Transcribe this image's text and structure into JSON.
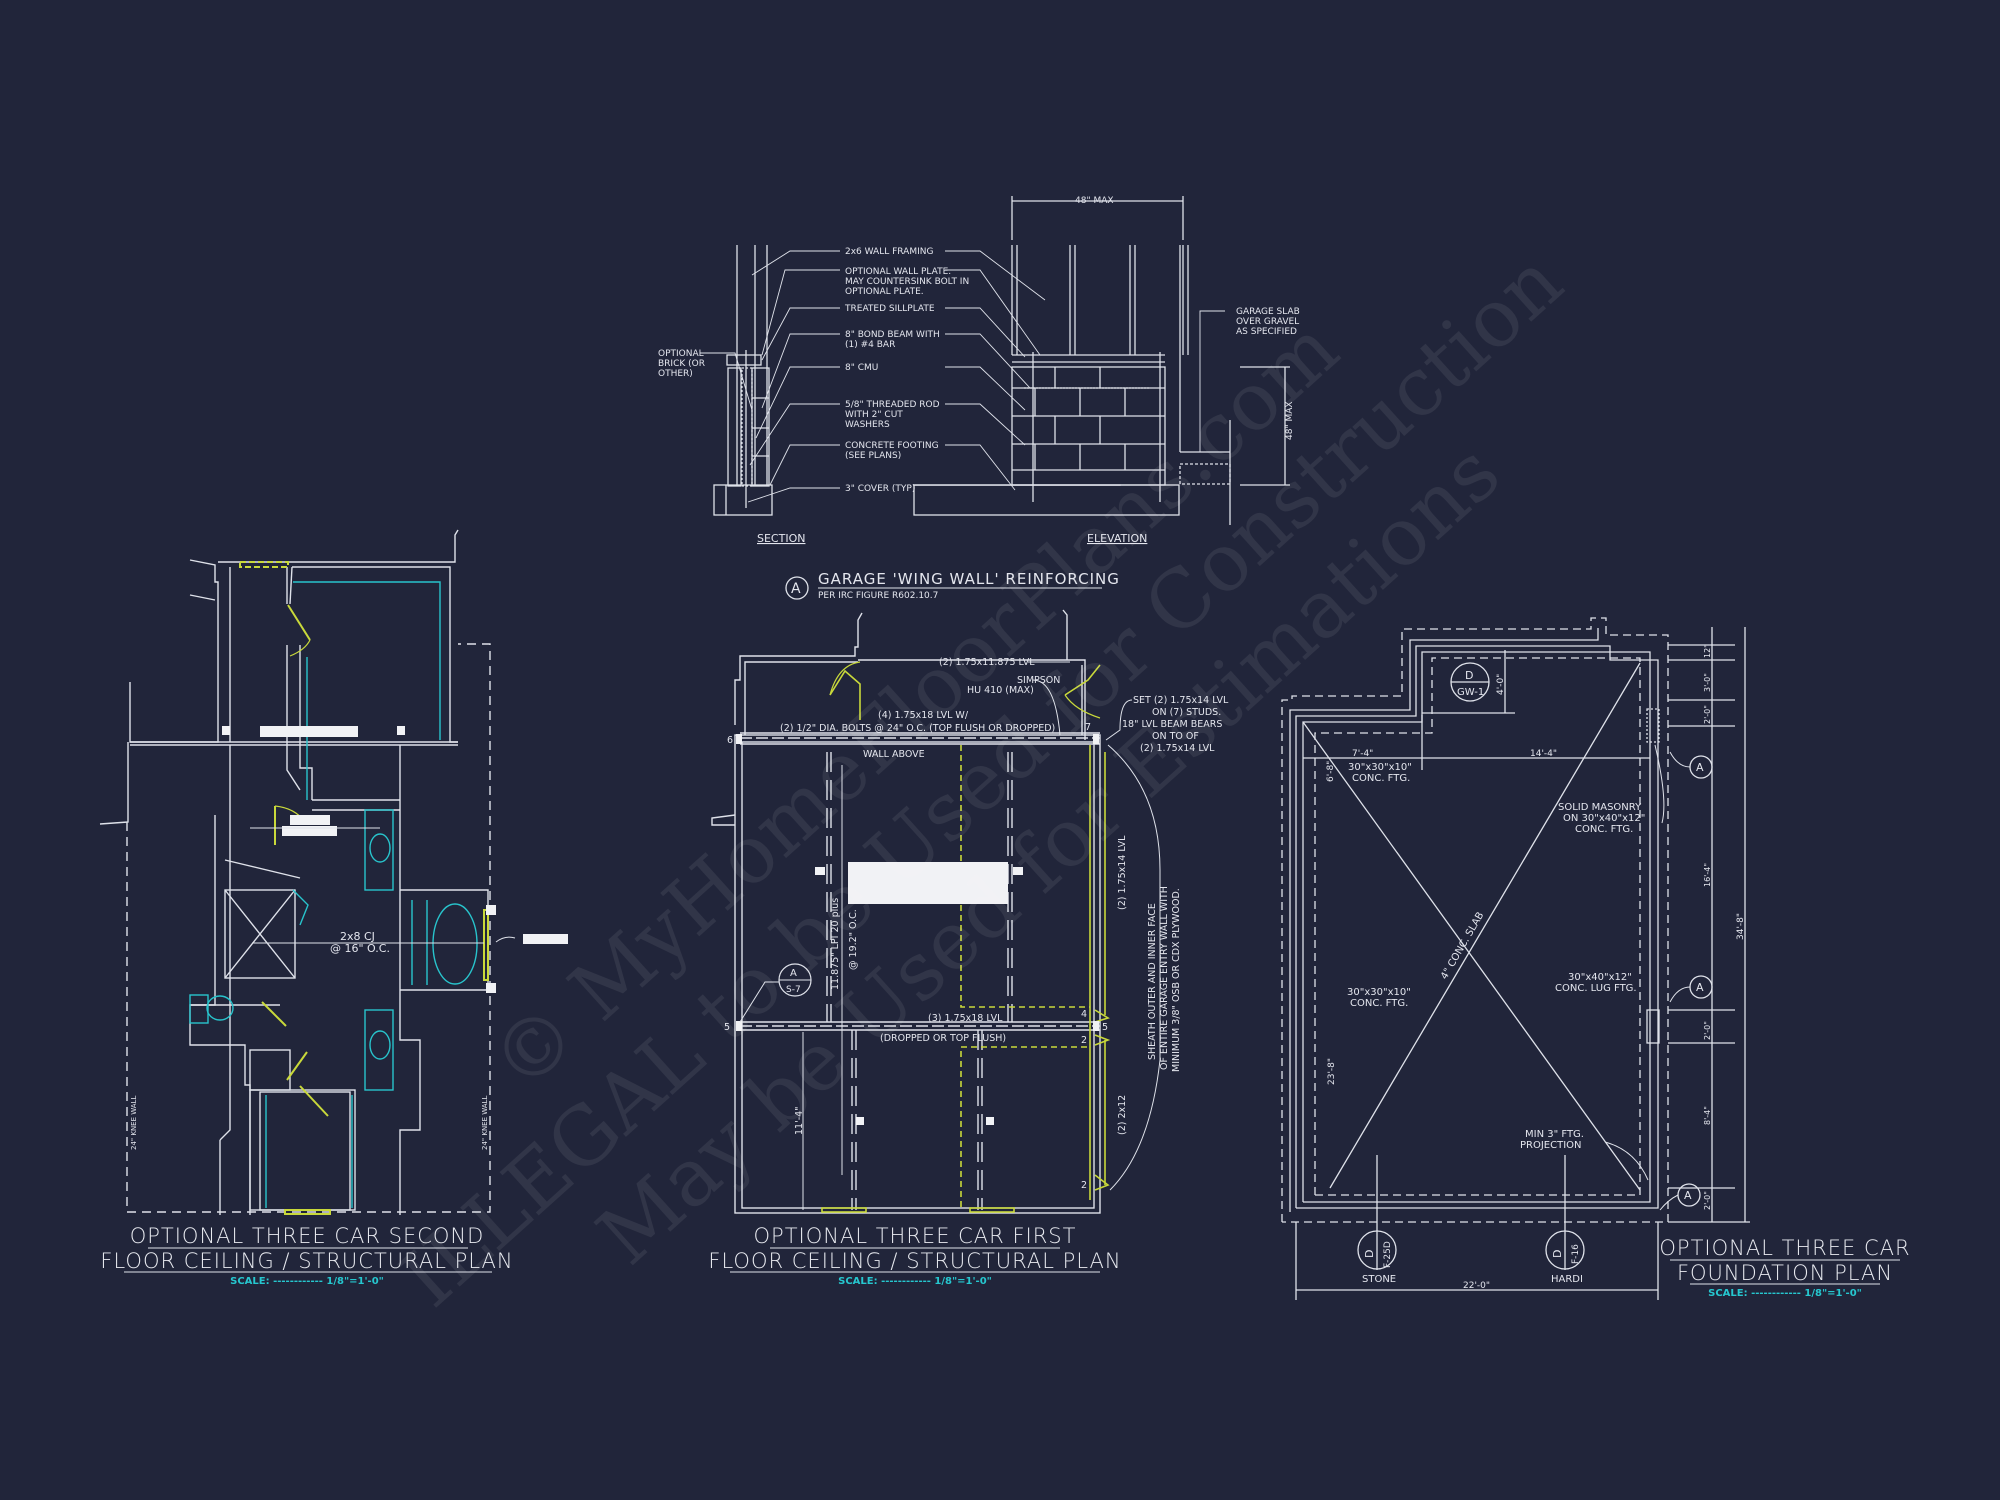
{
  "sheet": {
    "background": "#21253a",
    "line_color": "#dfe2ea",
    "accent_cyan": "#28c4cc",
    "accent_yellow": "#c9d93a"
  },
  "detail_a": {
    "bubble": "A",
    "title": "GARAGE 'WING WALL' REINFORCING",
    "subtitle": "PER IRC FIGURE R602.10.7",
    "section_label": "SECTION",
    "elevation_label": "ELEVATION",
    "dim_width": "48\" MAX",
    "dim_height": "48\" MAX",
    "notes": [
      "2x6 WALL FRAMING",
      "OPTIONAL WALL PLATE.",
      "MAY COUNTERSINK BOLT IN",
      "OPTIONAL PLATE.",
      "TREATED SILLPLATE",
      "8\" BOND BEAM WITH",
      "(1) #4 BAR",
      "8\" CMU",
      "5/8\" THREADED ROD",
      "WITH 2\" CUT",
      "WASHERS",
      "CONCRETE FOOTING",
      "(SEE PLANS)",
      "3\" COVER (TYP)"
    ],
    "brick_note": [
      "OPTIONAL",
      "BRICK (OR",
      "OTHER)"
    ],
    "slab_note": [
      "GARAGE SLAB",
      "OVER GRAVEL",
      "AS SPECIFIED"
    ]
  },
  "plan_second": {
    "title_line1": "OPTIONAL THREE CAR SECOND",
    "title_line2": "FLOOR CEILING / STRUCTURAL PLAN",
    "scale": "SCALE: ------------ 1/8\"=1'-0\"",
    "joist_note_1": "2x8 CJ",
    "joist_note_2": "@ 16\" O.C.",
    "knee_wall_left": "24\" KNEE WALL",
    "knee_wall_right": "24\" KNEE WALL"
  },
  "plan_first": {
    "title_line1": "OPTIONAL THREE CAR FIRST",
    "title_line2": "FLOOR CEILING / STRUCTURAL PLAN",
    "scale": "SCALE: ------------ 1/8\"=1'-0\"",
    "notes": {
      "lvl_top": "(2) 1.75x11.875 LVL",
      "simpson_1": "SIMPSON",
      "simpson_2": "HU 410 (MAX)",
      "beam_1": "(4) 1.75x18 LVL W/",
      "beam_2": "(2) 1/2\" DIA. BOLTS @ 24\" O.C. (TOP FLUSH OR DROPPED)",
      "wall_above": "WALL ABOVE",
      "set_1": "SET (2) 1.75x14 LVL",
      "set_2": "ON (7) STUDS.",
      "set_3": "18\" LVL BEAM BEARS",
      "set_4": "ON TO OF",
      "set_5": "(2) 1.75x14 LVL",
      "joist_1": "11.875\" LPI 20 plus",
      "joist_2": "@ 19.2\" O.C.",
      "lvl_right": "(2) 1.75x14 LVL",
      "mid_beam": "(3) 1.75x18 LVL",
      "mid_beam_2": "(DROPPED OR TOP FLUSH)",
      "header_2x12": "(2) 2x12",
      "dim_11_4": "11'-4\"",
      "sheath_1": "SHEATH OUTER AND INNER FACE",
      "sheath_2": "OF ENTIRE GARAGE ENTRY WALL WITH",
      "sheath_3": "MINIMUM 3/8\" OSB OR CDX PLYWOOD.",
      "section_ref_top": "A",
      "section_ref_bottom": "S-7",
      "beam_marks": [
        "6",
        "7",
        "5",
        "5",
        "4",
        "2",
        "2"
      ]
    }
  },
  "plan_foundation": {
    "title_line1": "OPTIONAL THREE CAR",
    "title_line2": "FOUNDATION PLAN",
    "scale": "SCALE: ------------ 1/8\"=1'-0\"",
    "notes": {
      "gw_top": "D",
      "gw_bottom": "GW-1",
      "dim_4_0": "4'-0\"",
      "dim_7_4": "7'-4\"",
      "dim_14_4": "14'-4\"",
      "dim_6_8": "6'-8\"",
      "ftg_1a": "30\"x30\"x10\"",
      "ftg_1b": "CONC. FTG.",
      "masonry_1": "SOLID MASONRY",
      "masonry_2": "ON 30\"x40\"x12\"",
      "masonry_3": "CONC. FTG.",
      "slab": "4\" CONC. SLAB",
      "ftg_2a": "30\"x30\"x10\"",
      "ftg_2b": "CONC. FTG.",
      "lug_1": "30\"x40\"x12\"",
      "lug_2": "CONC. LUG FTG.",
      "dim_23_8": "23'-8\"",
      "proj_1": "MIN 3\" FTG.",
      "proj_2": "PROJECTION",
      "elev_stone_top": "D",
      "elev_stone_bottom": "F-25D",
      "elev_stone_label": "STONE",
      "elev_hardi_top": "D",
      "elev_hardi_bottom": "F-16",
      "elev_hardi_label": "HARDI",
      "dim_22_0": "22'-0\"",
      "right_dims": [
        "12\"",
        "3'-0\"",
        "2'-0\"",
        "16'-4\"",
        "2'-0\"",
        "8'-4\"",
        "2'-0\""
      ],
      "overall_dim": "34'-8\"",
      "detail_bubble": "A"
    }
  },
  "watermark": {
    "line1": "© MyHomeFloorPlans.com",
    "line2": "ILLEGAL to be Used for Construction",
    "line3": "May be Used for Estimations"
  }
}
